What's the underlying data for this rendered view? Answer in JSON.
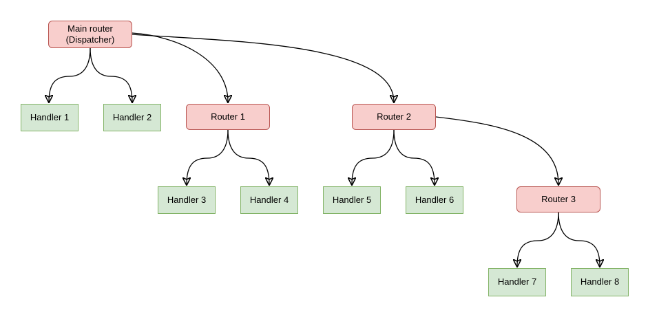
{
  "diagram": {
    "type": "tree",
    "background": "#ffffff",
    "nodes": [
      {
        "id": "main-router",
        "label": "Main router\n(Dispatcher)",
        "kind": "router"
      },
      {
        "id": "handler-1",
        "label": "Handler 1",
        "kind": "handler"
      },
      {
        "id": "handler-2",
        "label": "Handler 2",
        "kind": "handler"
      },
      {
        "id": "router-1",
        "label": "Router 1",
        "kind": "router"
      },
      {
        "id": "router-2",
        "label": "Router 2",
        "kind": "router"
      },
      {
        "id": "handler-3",
        "label": "Handler 3",
        "kind": "handler"
      },
      {
        "id": "handler-4",
        "label": "Handler 4",
        "kind": "handler"
      },
      {
        "id": "handler-5",
        "label": "Handler 5",
        "kind": "handler"
      },
      {
        "id": "handler-6",
        "label": "Handler 6",
        "kind": "handler"
      },
      {
        "id": "router-3",
        "label": "Router 3",
        "kind": "router"
      },
      {
        "id": "handler-7",
        "label": "Handler 7",
        "kind": "handler"
      },
      {
        "id": "handler-8",
        "label": "Handler 8",
        "kind": "handler"
      }
    ],
    "edges": [
      {
        "from": "main-router",
        "to": "handler-1"
      },
      {
        "from": "main-router",
        "to": "handler-2"
      },
      {
        "from": "main-router",
        "to": "router-1"
      },
      {
        "from": "main-router",
        "to": "router-2"
      },
      {
        "from": "router-1",
        "to": "handler-3"
      },
      {
        "from": "router-1",
        "to": "handler-4"
      },
      {
        "from": "router-2",
        "to": "handler-5"
      },
      {
        "from": "router-2",
        "to": "handler-6"
      },
      {
        "from": "router-2",
        "to": "router-3"
      },
      {
        "from": "router-3",
        "to": "handler-7"
      },
      {
        "from": "router-3",
        "to": "handler-8"
      }
    ],
    "colors": {
      "router_fill": "#f8cecc",
      "router_border": "#b85450",
      "handler_fill": "#d5e8d4",
      "handler_border": "#82b366",
      "edge": "#000000",
      "text": "#000000"
    }
  }
}
